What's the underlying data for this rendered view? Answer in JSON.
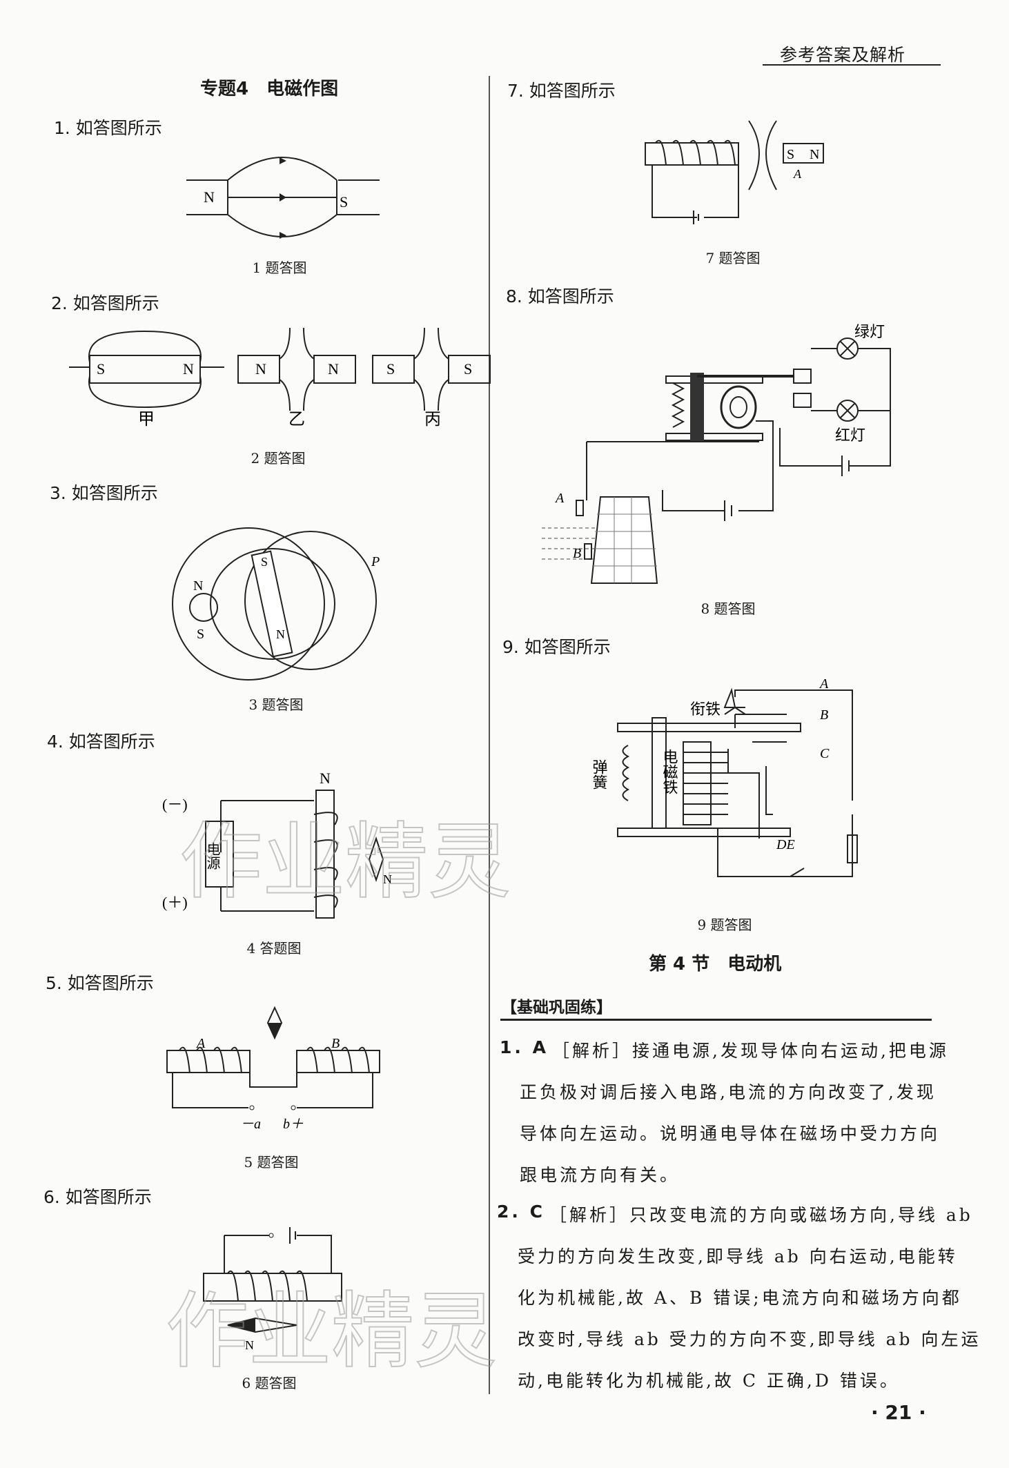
{
  "header": {
    "section_title": "参考答案及解析"
  },
  "left": {
    "topic_title": "专题4　电磁作图",
    "items": [
      {
        "label": "1. 如答图所示",
        "caption": "1 题答图",
        "marks": [
          "N",
          "S"
        ]
      },
      {
        "label": "2. 如答图所示",
        "caption": "2 题答图",
        "marks": [
          "S",
          "N",
          "N",
          "N",
          "S",
          "S",
          "甲",
          "乙",
          "丙"
        ]
      },
      {
        "label": "3. 如答图所示",
        "caption": "3 题答图",
        "marks": [
          "N",
          "S",
          "S",
          "N",
          "P"
        ]
      },
      {
        "label": "4. 如答图所示",
        "caption": "4 答题图",
        "marks": [
          "N",
          "(－)",
          "(＋)",
          "电源",
          "N"
        ]
      },
      {
        "label": "5. 如答图所示",
        "caption": "5 题答图",
        "marks": [
          "A",
          "B",
          "－a",
          "b＋"
        ]
      },
      {
        "label": "6. 如答图所示",
        "caption": "6 题答图",
        "marks": [
          "N"
        ]
      }
    ]
  },
  "right": {
    "items": [
      {
        "label": "7. 如答图所示",
        "caption": "7 题答图",
        "marks": [
          "S",
          "N",
          "A"
        ]
      },
      {
        "label": "8. 如答图所示",
        "caption": "8 题答图",
        "marks": [
          "绿灯",
          "红灯",
          "A",
          "B"
        ]
      },
      {
        "label": "9. 如答图所示",
        "caption": "9 题答图",
        "marks": [
          "衔铁",
          "A",
          "B",
          "C",
          "弹簧",
          "电磁铁",
          "DE"
        ]
      }
    ],
    "section_title": "第 4 节　电动机",
    "practice_tag": "【基础巩固练】",
    "answers": [
      {
        "num": "1. A",
        "lines": [
          "［解析］接通电源,发现导体向右运动,把电源",
          "正负极对调后接入电路,电流的方向改变了,发现",
          "导体向左运动。说明通电导体在磁场中受力方向",
          "跟电流方向有关。"
        ]
      },
      {
        "num": "2. C",
        "lines": [
          "［解析］只改变电流的方向或磁场方向,导线 ab",
          "受力的方向发生改变,即导线 ab 向右运动,电能转",
          "化为机械能,故 A、B 错误;电流方向和磁场方向都",
          "改变时,导线 ab 受力的方向不变,即导线 ab 向左运",
          "动,电能转化为机械能,故 C 正确,D 错误。"
        ]
      }
    ]
  },
  "page_number": "· 21 ·",
  "watermark": "作业精灵"
}
